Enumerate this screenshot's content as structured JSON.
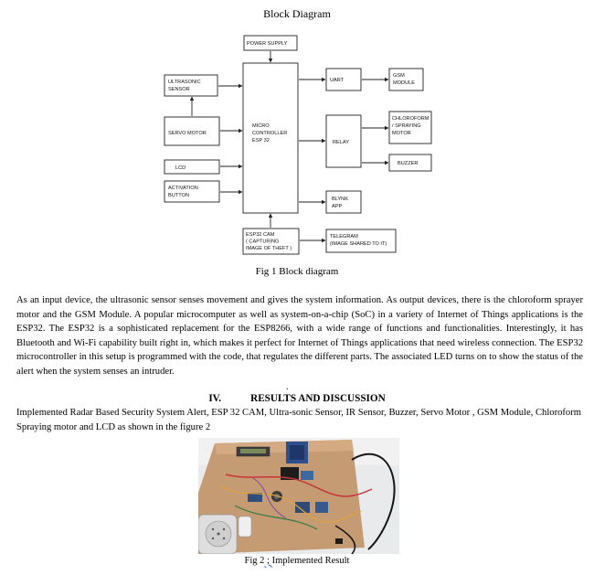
{
  "header": {
    "title": "Block Diagram"
  },
  "diagram": {
    "blocks": {
      "power_supply": [
        "POWER SUPPLY"
      ],
      "ultrasonic": [
        "ULTRASONIC",
        "SENSOR"
      ],
      "servo": [
        "SERVO MOTOR"
      ],
      "lcd": [
        "LCD"
      ],
      "activation": [
        "ACTIVATION",
        "BUTTON"
      ],
      "mcu": [
        "MICRO",
        "CONTROLLER",
        "ESP 32"
      ],
      "uart": [
        "UART"
      ],
      "gsm": [
        "GSM",
        "MODULE"
      ],
      "relay": [
        "RELAY"
      ],
      "chloroform": [
        "CHLOROFORM",
        "/ SPRAYING",
        "MOTOR"
      ],
      "buzzer": [
        "BUZZER"
      ],
      "blynk": [
        "BLYNK",
        "APP"
      ],
      "cam": [
        "ESP32 CAM",
        "( CAPTURING",
        "IMAGE OF THEFT )"
      ],
      "telegram": [
        "TELEGRAM",
        "(IMAGE SHARED TO IT)"
      ]
    }
  },
  "captions": {
    "fig1": "Fig 1 Block diagram",
    "fig2_prefix": "Fig 2",
    "fig2_sep": " ; ",
    "fig2_rest": "Implemented Result"
  },
  "body": {
    "paragraph1": "As an input device, the ultrasonic sensor senses movement and gives the system information. As output devices, there is the chloroform sprayer motor and the GSM Module. A popular microcomputer as well as system-on-a-chip (SoC) in a variety of Internet of Things applications is the ESP32. The ESP32 is a sophisticated replacement for the ESP8266, with a wide range of functions and functionalities. Interestingly, it has Bluetooth and Wi-Fi capability built right in, which makes it perfect for Internet of Things applications that need wireless connection. The ESP32 microcontroller in this setup is programmed with the code, that regulates the different parts. The associated LED turns on to show the status of the alert when the system senses an intruder.",
    "stray_mark": ".",
    "section_number": "IV.",
    "section_title": "RESULTS AND DISCUSSION",
    "paragraph2": "Implemented Radar Based Security System Alert, ESP 32 CAM, Ultra-sonic Sensor, IR Sensor, Buzzer, Servo Motor , GSM Module, Chloroform Spraying motor and LCD as shown in the figure 2"
  }
}
